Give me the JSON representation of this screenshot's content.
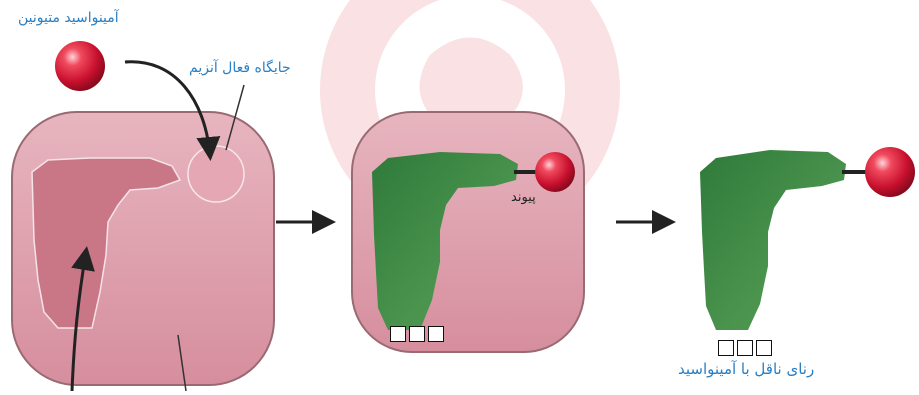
{
  "labels": {
    "amino_acid": "آمینواسید متیونین",
    "active_site": "جایگاه فعال آنزیم",
    "bond": "پیوند",
    "trna_with_amino": "رنای ناقل با آمینواسید"
  },
  "colors": {
    "label_blue": "#2a7fc4",
    "enzyme_pink": "#d98c9c",
    "trna_green": "#3f8a45",
    "amino_red": "#d21f3a",
    "arrow_dark": "#222222"
  },
  "icons": {
    "arrow": "right-arrow",
    "amino_acid": "red-sphere"
  }
}
